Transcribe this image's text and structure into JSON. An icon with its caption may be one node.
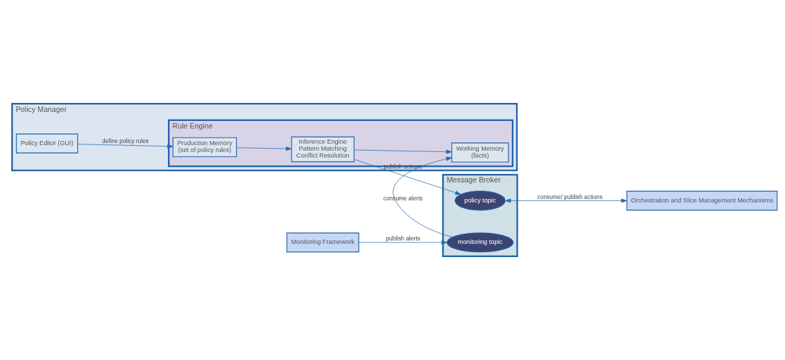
{
  "diagram": {
    "nodes": [
      {
        "text": [
          "Policy Manager"
        ]
      },
      {
        "text": [
          "Policy Editor (GUI)"
        ],
        "in": 0
      },
      {
        "text": [
          "Rule Engine"
        ],
        "in": 0
      },
      {
        "text": [
          "Inference Engine",
          "Pattern Matching",
          "Conflict Resolution"
        ],
        "in": 2
      },
      {
        "text": [
          "Production Memory",
          "(set of policy rules)"
        ],
        "in": 2
      },
      {
        "text": [
          "Working Memory",
          "(facts)"
        ],
        "in": 2
      },
      {
        "text": [
          "Message Broker"
        ]
      },
      {
        "text": [
          "monitoring topic"
        ],
        "in": 6
      },
      {
        "text": [
          "policy topic"
        ],
        "in": 6
      },
      {
        "text": [
          "Monitoring Framework"
        ]
      },
      {
        "text": [
          "Orchestration and Slice Management Mechanisms"
        ]
      }
    ],
    "edges": [
      {
        "from": 1,
        "to": 4,
        "arrow": "to",
        "label": "define policy rules"
      },
      {
        "from": 4,
        "to": 3,
        "arrow": "to"
      },
      {
        "from": 3,
        "to": 5,
        "arrow": "to"
      },
      {
        "from": 7,
        "to": 5,
        "arrow": "to",
        "label": "consume alerts"
      },
      {
        "from": 9,
        "to": 7,
        "arrow": "to",
        "label": "publish alerts"
      },
      {
        "from": 8,
        "to": 10,
        "arrow": "both",
        "label": "consume/ publish actions"
      },
      {
        "from": 3,
        "to": 8,
        "arrow": "to",
        "label": "publish actions"
      }
    ]
  }
}
